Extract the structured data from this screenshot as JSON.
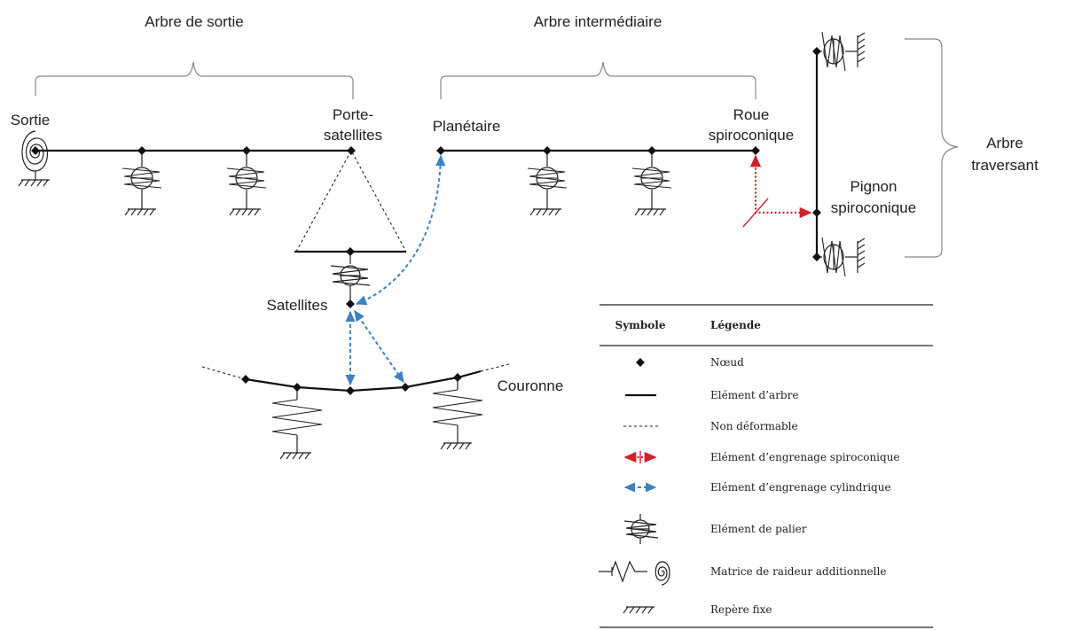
{
  "groups": {
    "output_shaft": "Arbre de sortie",
    "intermediate_shaft": "Arbre intermédiaire",
    "through_shaft": [
      "Arbre",
      "traversant"
    ]
  },
  "labels": {
    "sortie": "Sortie",
    "porte_satellites": [
      "Porte-",
      "satellites"
    ],
    "planetaire": "Planétaire",
    "roue_spiroconique": [
      "Roue",
      "spiroconique"
    ],
    "pignon_spiroconique": [
      "Pignon",
      "spiroconique"
    ],
    "satellites": "Satellites",
    "couronne": "Couronne"
  },
  "legend": {
    "header": {
      "symbol": "Symbole",
      "legend": "Légende"
    },
    "rows": [
      {
        "icon": "node-icon",
        "text": "Nœud"
      },
      {
        "icon": "shaft-element-icon",
        "text": "Elément d’arbre"
      },
      {
        "icon": "non-deformable-icon",
        "text": "Non déformable"
      },
      {
        "icon": "spiral-bevel-gear-icon",
        "text": "Elément d’engrenage spiroconique"
      },
      {
        "icon": "cylindrical-gear-icon",
        "text": "Elément d’engrenage cylindrique"
      },
      {
        "icon": "bearing-icon",
        "text": "Elément de palier"
      },
      {
        "icon": "stiffness-matrix-icon",
        "text": "Matrice de raideur additionnelle"
      },
      {
        "icon": "fixed-frame-icon",
        "text": "Repère fixe"
      }
    ]
  },
  "colors": {
    "shaft": "#111111",
    "cylindrical_gear": "#3a82c4",
    "spiral_bevel_gear": "#d0202a",
    "brace": "#888888"
  }
}
